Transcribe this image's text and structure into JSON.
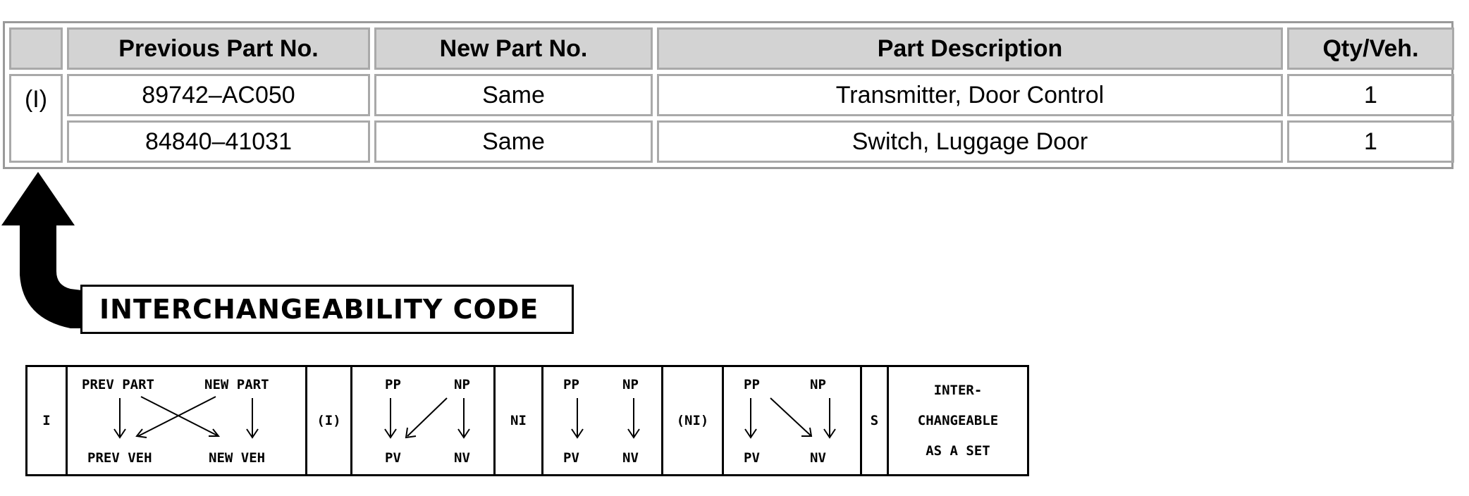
{
  "parts_table": {
    "headers": [
      "",
      "Previous Part No.",
      "New Part No.",
      "Part Description",
      "Qty/Veh."
    ],
    "interchangeability_code": "(I)",
    "rows": [
      {
        "previous": "89742–AC050",
        "new": "Same",
        "description": "Transmitter, Door Control",
        "qty": "1"
      },
      {
        "previous": "84840–41031",
        "new": "Same",
        "description": "Switch, Luggage Door",
        "qty": "1"
      }
    ]
  },
  "label": "INTERCHANGEABILITY CODE",
  "legend": {
    "code_i": "I",
    "i_diagram": {
      "top_left": "PREV PART",
      "top_right": "NEW PART",
      "bottom_left": "PREV VEH",
      "bottom_right": "NEW VEH"
    },
    "code_paren_i": "(I)",
    "paren_i_diagram": {
      "top_left": "PP",
      "top_right": "NP",
      "bottom_left": "PV",
      "bottom_right": "NV"
    },
    "code_ni": "NI",
    "ni_diagram": {
      "top_left": "PP",
      "top_right": "NP",
      "bottom_left": "PV",
      "bottom_right": "NV"
    },
    "code_paren_ni": "(NI)",
    "paren_ni_diagram": {
      "top_left": "PP",
      "top_right": "NP",
      "bottom_left": "PV",
      "bottom_right": "NV"
    },
    "code_s": "S",
    "s_description": [
      "INTER-",
      "CHANGEABLE",
      "AS A SET"
    ]
  }
}
